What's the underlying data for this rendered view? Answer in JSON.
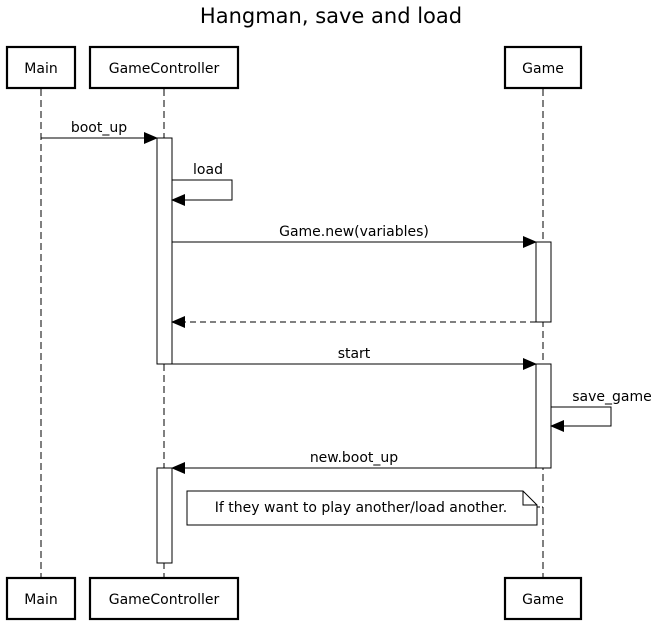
{
  "diagram": {
    "title": "Hangman, save and load",
    "participants": {
      "main": "Main",
      "controller": "GameController",
      "game": "Game"
    },
    "messages": {
      "boot_up": "boot_up",
      "load": "load",
      "game_new": "Game.new(variables)",
      "start": "start",
      "save_game": "save_game",
      "new_boot_up": "new.boot_up"
    },
    "note": "If they want to play another/load another."
  }
}
